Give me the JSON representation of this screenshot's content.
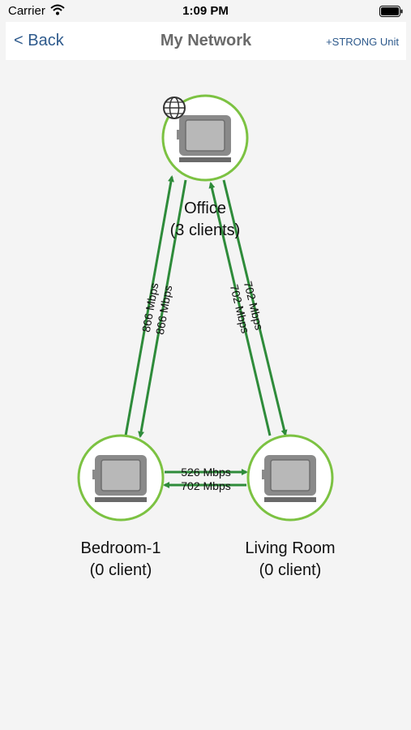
{
  "status_bar": {
    "carrier": "Carrier",
    "time": "1:09 PM"
  },
  "nav": {
    "back_label": "< Back",
    "title": "My Network",
    "add_unit_label": "+STRONG Unit"
  },
  "nodes": {
    "office": {
      "name": "Office",
      "clients": "(3 clients)"
    },
    "bedroom": {
      "name": "Bedroom-1",
      "clients": "(0 client)"
    },
    "living": {
      "name": "Living Room",
      "clients": "(0 client)"
    }
  },
  "links": {
    "office_bedroom_a": "866 Mbps",
    "office_bedroom_b": "866 Mbps",
    "office_living_a": "702 Mbps",
    "office_living_b": "702 Mbps",
    "bedroom_living_a": "526 Mbps",
    "bedroom_living_b": "702 Mbps"
  },
  "colors": {
    "node_ring": "#7cc242",
    "link": "#2e8b3a",
    "nav_link": "#2e5a8c"
  },
  "icons": [
    "wifi-icon",
    "battery-icon",
    "globe-icon",
    "router-icon"
  ]
}
